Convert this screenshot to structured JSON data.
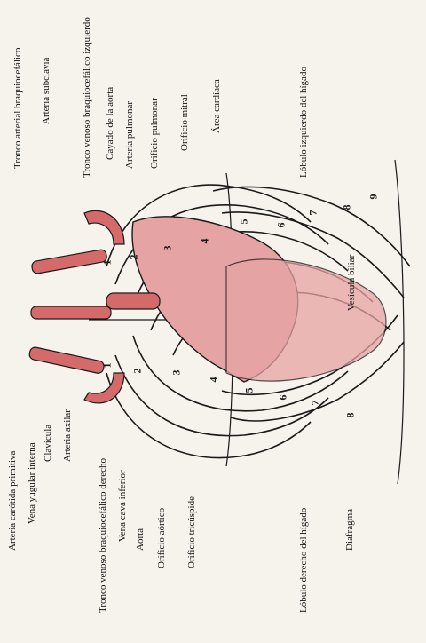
{
  "diagram": {
    "colors": {
      "ink": "#1a1a1a",
      "heart_fill": "#e6a3a3",
      "vessel_fill": "#d46a6a",
      "paper": "#f6f3ec"
    },
    "labels": {
      "arteria_carotida_primitiva": "Arteria carótida primitiva",
      "vena_yugular_interna": "Vena yugular interna",
      "clavicula": "Clavícula",
      "arteria_axilar": "Arteria axilar",
      "tronco_venoso_braquiocefalico_derecho": "Tronco venoso braquiocefálico derecho",
      "vena_cava_inferior": "Vena cava inferior",
      "aorta": "Aorta",
      "orificio_aortico": "Orificio aórtico",
      "orificio_tricuspide": "Orificio tricúspide",
      "lobulo_derecho_del_higado": "Lóbulo derecho del hígado",
      "diafragma": "Diafragma",
      "vesicula_biliar": "Vesícula biliar",
      "tronco_arterial_braquiocefalico": "Tronco arterial braquiocefálico",
      "arteria_subclavia": "Arteria subclavia",
      "tronco_venoso_braquiocefalico_izquierdo": "Tronco venoso braquiocefálico izquierdo",
      "cayado_de_la_aorta": "Cayado de la aorta",
      "arteria_pulmonar": "Arteria pulmonar",
      "orificio_pulmonar": "Orificio pulmonar",
      "orificio_mitral": "Orificio mitral",
      "area_cardiaca": "Área cardíaca",
      "lobulo_izquierdo_del_higado": "Lóbulo izquierdo del hígado"
    },
    "rib_numbers_upper": [
      "1",
      "2",
      "3",
      "4",
      "5",
      "6",
      "7",
      "8",
      "9"
    ],
    "rib_numbers_lower": [
      "1",
      "2",
      "3",
      "4",
      "5",
      "6",
      "7",
      "8"
    ]
  }
}
